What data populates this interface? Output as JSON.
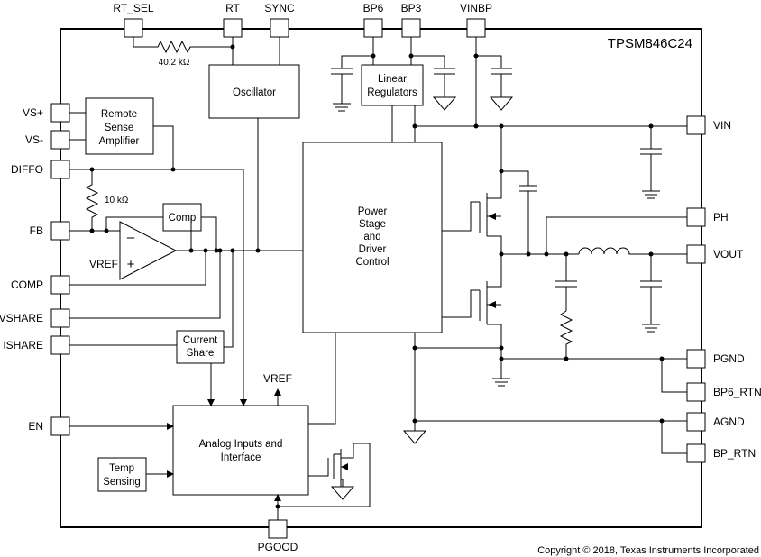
{
  "device": "TPSM846C24",
  "copyright": "Copyright © 2018, Texas Instruments Incorporated",
  "pins": {
    "rt_sel": "RT_SEL",
    "rt": "RT",
    "sync": "SYNC",
    "bp6": "BP6",
    "bp3": "BP3",
    "vinbp": "VINBP",
    "vs_plus": "VS+",
    "vs_minus": "VS-",
    "diffo": "DIFFO",
    "fb": "FB",
    "comp": "COMP",
    "vshare": "VSHARE",
    "ishare": "ISHARE",
    "en": "EN",
    "pgood": "PGOOD",
    "vin": "VIN",
    "ph": "PH",
    "vout": "VOUT",
    "pgnd": "PGND",
    "bp6_rtn": "BP6_RTN",
    "agnd": "AGND",
    "bp_rtn": "BP_RTN"
  },
  "blocks": {
    "oscillator": "Oscillator",
    "linear_regulators": [
      "Linear",
      "Regulators"
    ],
    "remote_sense": [
      "Remote",
      "Sense",
      "Amplifier"
    ],
    "comp": "Comp",
    "power_stage": [
      "Power",
      "Stage",
      "and",
      "Driver",
      "Control"
    ],
    "current_share": [
      "Current",
      "Share"
    ],
    "analog_inputs": [
      "Analog Inputs and",
      "Interface"
    ],
    "temp_sensing": [
      "Temp",
      "Sensing"
    ]
  },
  "labels": {
    "r_rt": "40.2 kΩ",
    "r_fb": "10 kΩ",
    "vref_amp": "VREF",
    "vref_out": "VREF",
    "minus": "–",
    "plus": "+"
  }
}
